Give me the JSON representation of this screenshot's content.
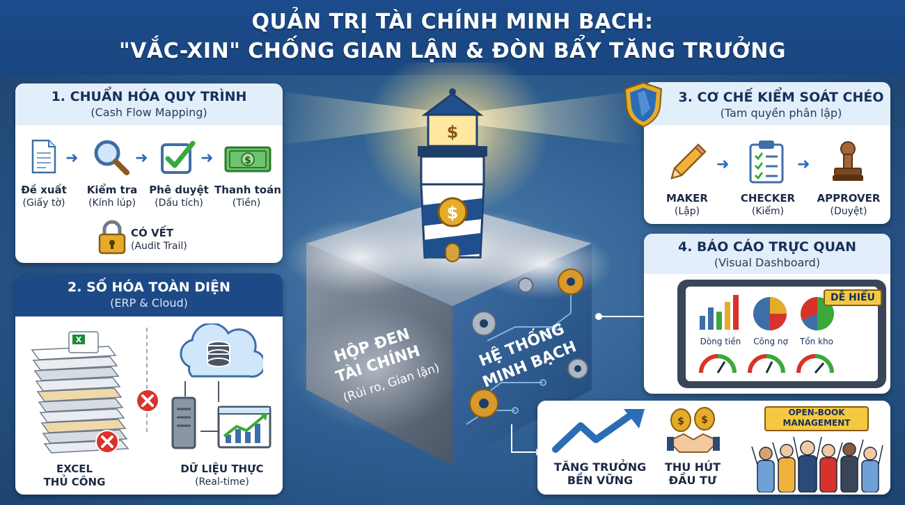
{
  "header": {
    "line1": "QUẢN TRỊ TÀI CHÍNH MINH BẠCH:",
    "line2": "\"VẮC-XIN\" CHỐNG GIAN LẬN & ĐÒN BẨY TĂNG TRƯỞNG"
  },
  "panel1": {
    "title": "1. CHUẨN HÓA QUY TRÌNH",
    "subtitle": "(Cash Flow Mapping)",
    "steps": [
      {
        "name": "Đề xuất",
        "sub": "(Giấy tờ)",
        "icon": "document-icon"
      },
      {
        "name": "Kiểm tra",
        "sub": "(Kính lúp)",
        "icon": "magnifier-icon"
      },
      {
        "name": "Phê duyệt",
        "sub": "(Dấu tích)",
        "icon": "checkmark-icon"
      },
      {
        "name": "Thanh toán",
        "sub": "(Tiền)",
        "icon": "money-icon"
      }
    ],
    "audit": {
      "name": "CÓ VẾT",
      "sub": "(Audit Trail)",
      "icon": "padlock-icon"
    }
  },
  "panel2": {
    "title": "2. SỐ HÓA TOÀN DIỆN",
    "subtitle": "(ERP & Cloud)",
    "left": {
      "line1": "EXCEL",
      "line2": "THỦ CÔNG"
    },
    "right": {
      "line1": "DỮ LIỆU THỰC",
      "line2": "(Real-time)"
    }
  },
  "center": {
    "left_face": {
      "line1": "HỘP ĐEN",
      "line2": "TÀI CHÍNH",
      "line3": "(Rủi ro, Gian lận)"
    },
    "right_face": {
      "line1": "HỆ THỐNG",
      "line2": "MINH BẠCH"
    },
    "lighthouse_symbol": "$",
    "coin_symbol": "$"
  },
  "panel3": {
    "title": "3. CƠ CHẾ KIỂM SOÁT CHÉO",
    "subtitle": "(Tam quyền phân lập)",
    "roles": [
      {
        "name": "MAKER",
        "sub": "(Lập)",
        "icon": "pencil-icon"
      },
      {
        "name": "CHECKER",
        "sub": "(Kiểm)",
        "icon": "clipboard-icon"
      },
      {
        "name": "APPROVER",
        "sub": "(Duyệt)",
        "icon": "stamp-icon"
      }
    ]
  },
  "panel4": {
    "title": "4. BÁO CÁO TRỰC QUAN",
    "subtitle": "(Visual Dashboard)",
    "badge": "DỄ HIỂU",
    "charts": [
      "Dòng tiền",
      "Công nợ",
      "Tồn kho"
    ]
  },
  "panel5": {
    "growth": {
      "line1": "TĂNG TRƯỞNG",
      "line2": "BỀN VỮNG"
    },
    "invest": {
      "line1": "THU HÚT",
      "line2": "ĐẦU TƯ"
    },
    "banner": {
      "line1": "OPEN-BOOK",
      "line2": "MANAGEMENT"
    }
  },
  "colors": {
    "header_bg": "#1a4680",
    "panel_title_bg": "#e3eefb",
    "dark_title_bg": "#1d4a86",
    "accent_blue": "#2b6cb6",
    "gold": "#e0a421",
    "red": "#d9322b",
    "green": "#3aa83a"
  }
}
